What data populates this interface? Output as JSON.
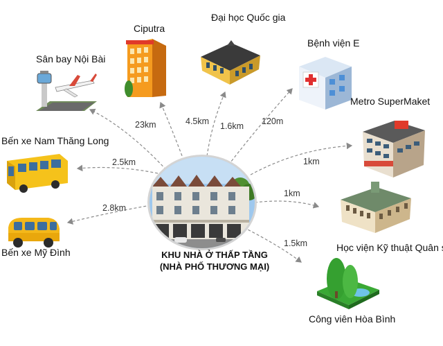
{
  "center": {
    "title_line1": "KHU NHÀ Ở THẤP TẦNG",
    "title_line2": "(NHÀ PHỐ THƯƠNG MẠI)"
  },
  "destinations": [
    {
      "label": "Sân bay Nội Bài",
      "distance": "23km"
    },
    {
      "label": "Ciputra",
      "distance": "4.5km"
    },
    {
      "label": "Đại học Quốc gia",
      "distance": "1.6km"
    },
    {
      "label": "Bệnh viện E",
      "distance": "120m"
    },
    {
      "label": "Metro SuperMaket",
      "distance": "1km"
    },
    {
      "label": "Bến xe Nam Thăng Long",
      "distance": "2.5km"
    },
    {
      "label": "Bến xe Mỹ Đình",
      "distance": "2.8km"
    },
    {
      "label": "Học viện Kỹ thuật Quân sự",
      "distance": "1km"
    },
    {
      "label": "Công viên Hòa Bình",
      "distance": "1.5km"
    }
  ],
  "colors": {
    "arrow": "#8a8a8a",
    "ring": "#c9c9c9",
    "sky": "#9ec8ee",
    "green": "#3aa835"
  },
  "icons": [
    "airplane-icon",
    "building-icon",
    "university-icon",
    "hospital-icon",
    "supermarket-icon",
    "bus-icon",
    "van-icon",
    "academy-icon",
    "park-icon"
  ]
}
